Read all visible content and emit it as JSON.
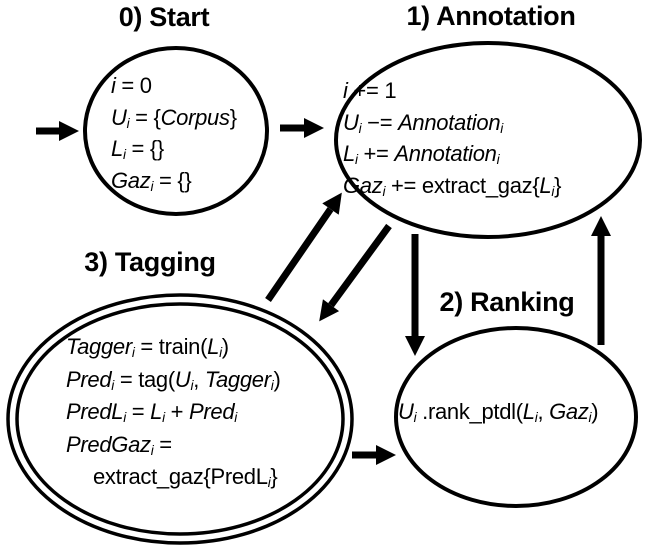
{
  "figure": {
    "colors": {
      "ink": "#000000",
      "background": "#ffffff"
    },
    "nodes": {
      "start": {
        "title": "0) Start",
        "shape": "ellipse",
        "lines": [
          "<i>i</i> = 0",
          "<i>U<sub>i</sub></i> = {<i>Corpus</i>}",
          "<i>L<sub>i</sub></i> = {}",
          "<i>Gaz<sub>i</sub></i> = {}"
        ]
      },
      "annotation": {
        "title": "1) Annotation",
        "shape": "ellipse",
        "lines": [
          "<i>i</i> += 1",
          "<i>U<sub>i</sub></i> −= <i>Annotation<sub>i</sub></i>",
          "<i>L<sub>i</sub></i> += <i>Annotation<sub>i</sub></i>",
          "<i>Gaz<sub>i</sub></i> += extract_gaz{<i>L<sub>i</sub></i>}"
        ]
      },
      "ranking": {
        "title": "2) Ranking",
        "shape": "ellipse",
        "lines": [
          "<i>U<sub>i</sub></i> .rank_ptdl(<i>L<sub>i</sub></i>, <i>Gaz<sub>i</sub></i>)"
        ]
      },
      "tagging": {
        "title": "3) Tagging",
        "shape": "double-ellipse",
        "lines": [
          "<i>Tagger<sub>i</sub></i> = train(<i>L<sub>i</sub></i>)",
          "<i>Pred<sub>i</sub></i> = tag(<i>U<sub>i</sub></i>, <i>Tagger<sub>i</sub></i>)",
          "<i>PredL<sub>i</sub></i> = <i>L<sub>i</sub></i> + <i>Pred<sub>i</sub></i>",
          "<i>PredGaz<sub>i</sub></i> =",
          "extract_gaz{PredL<sub>i</sub>}"
        ]
      }
    },
    "edges": [
      {
        "name": "entry-to-start",
        "from": "external",
        "to": "start",
        "direction": "right"
      },
      {
        "name": "start-to-annotation",
        "from": "start",
        "to": "annotation",
        "direction": "right"
      },
      {
        "name": "annotation-to-ranking",
        "from": "annotation",
        "to": "ranking",
        "direction": "down"
      },
      {
        "name": "ranking-to-annotation",
        "from": "ranking",
        "to": "annotation",
        "direction": "up"
      },
      {
        "name": "tagging-to-annotation",
        "from": "tagging",
        "to": "annotation",
        "direction": "up-right"
      },
      {
        "name": "annotation-to-tagging",
        "from": "annotation",
        "to": "tagging",
        "direction": "down-left"
      },
      {
        "name": "tagging-to-ranking",
        "from": "tagging",
        "to": "ranking",
        "direction": "right"
      }
    ]
  }
}
